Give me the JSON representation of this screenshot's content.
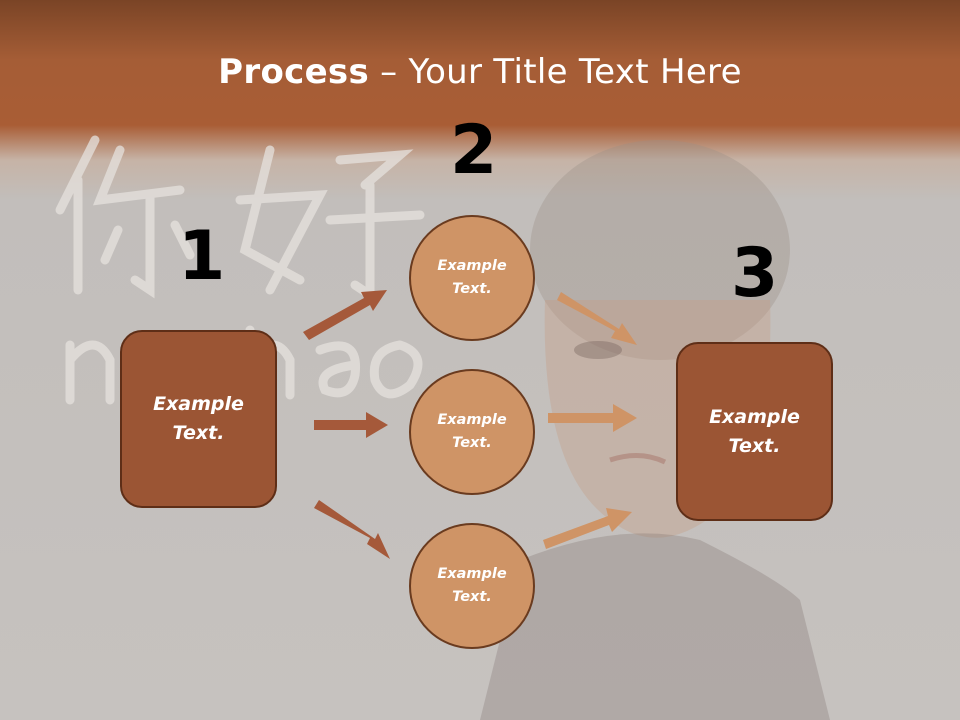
{
  "title": {
    "bold": "Process",
    "rest": " – Your Title Text Here"
  },
  "numbers": [
    "1",
    "2",
    "3"
  ],
  "left_box": {
    "label": "Example\nText."
  },
  "circles": [
    {
      "label": "Example\nText."
    },
    {
      "label": "Example\nText."
    },
    {
      "label": "Example\nText."
    }
  ],
  "right_box": {
    "label": "Example\nText."
  },
  "colors": {
    "box": "#9b5534",
    "circle": "#cf9466",
    "arrow_dark": "#a5593a",
    "arrow_light": "#cf9466",
    "header": "#a55d36"
  }
}
